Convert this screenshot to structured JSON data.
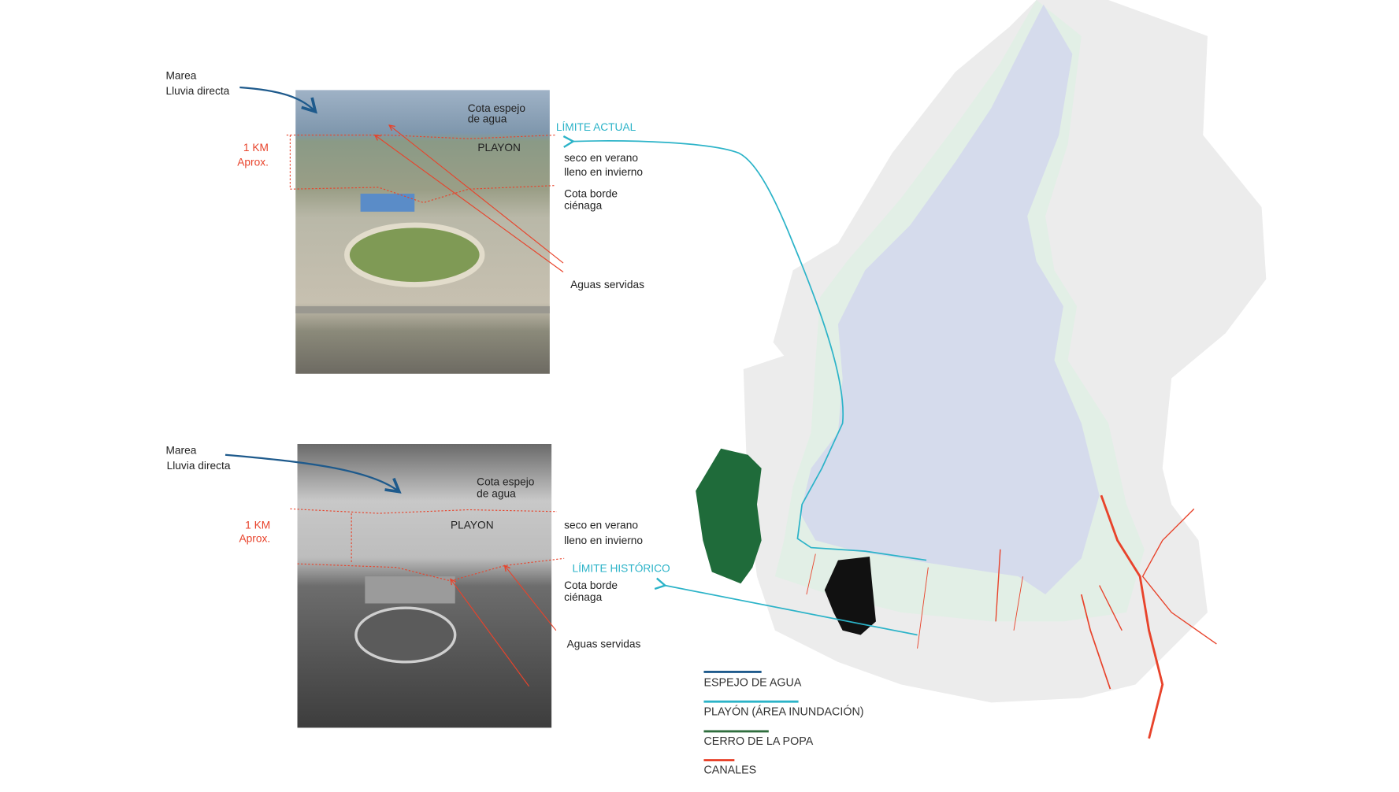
{
  "colors": {
    "espejo": "#1e5a8c",
    "playon": "#2bb3c8",
    "cerro": "#2f6e3e",
    "canales": "#e8432b",
    "water": "#d5dbec",
    "land": "#ececec",
    "green_band": "#e2efe6"
  },
  "top_photo": {
    "marea": "Marea",
    "lluvia": "Lluvia directa",
    "cota_espejo_1": "Cota espejo",
    "cota_espejo_2": "de agua",
    "limite": "LÍMITE ACTUAL",
    "playon": "PLAYON",
    "km": "1 KM",
    "aprox": "Aprox.",
    "seco": "seco en verano",
    "lleno": "lleno en invierno",
    "cota_borde_1": "Cota borde",
    "cota_borde_2": "ciénaga",
    "aguas": "Aguas servidas"
  },
  "bottom_photo": {
    "marea": "Marea",
    "lluvia": "Lluvia directa",
    "cota_espejo_1": "Cota espejo",
    "cota_espejo_2": "de agua",
    "limite": "LÍMITE HISTÓRICO",
    "playon": "PLAYON",
    "km": "1 KM",
    "aprox": "Aprox.",
    "seco": "seco en verano",
    "lleno": "lleno en invierno",
    "cota_borde_1": "Cota borde",
    "cota_borde_2": "ciénaga",
    "aguas": "Aguas servidas"
  },
  "legend": [
    {
      "label": "ESPEJO DE AGUA"
    },
    {
      "label": "PLAYÓN (ÁREA INUNDACIÓN)"
    },
    {
      "label": "CERRO DE LA POPA"
    },
    {
      "label": "CANALES"
    }
  ]
}
